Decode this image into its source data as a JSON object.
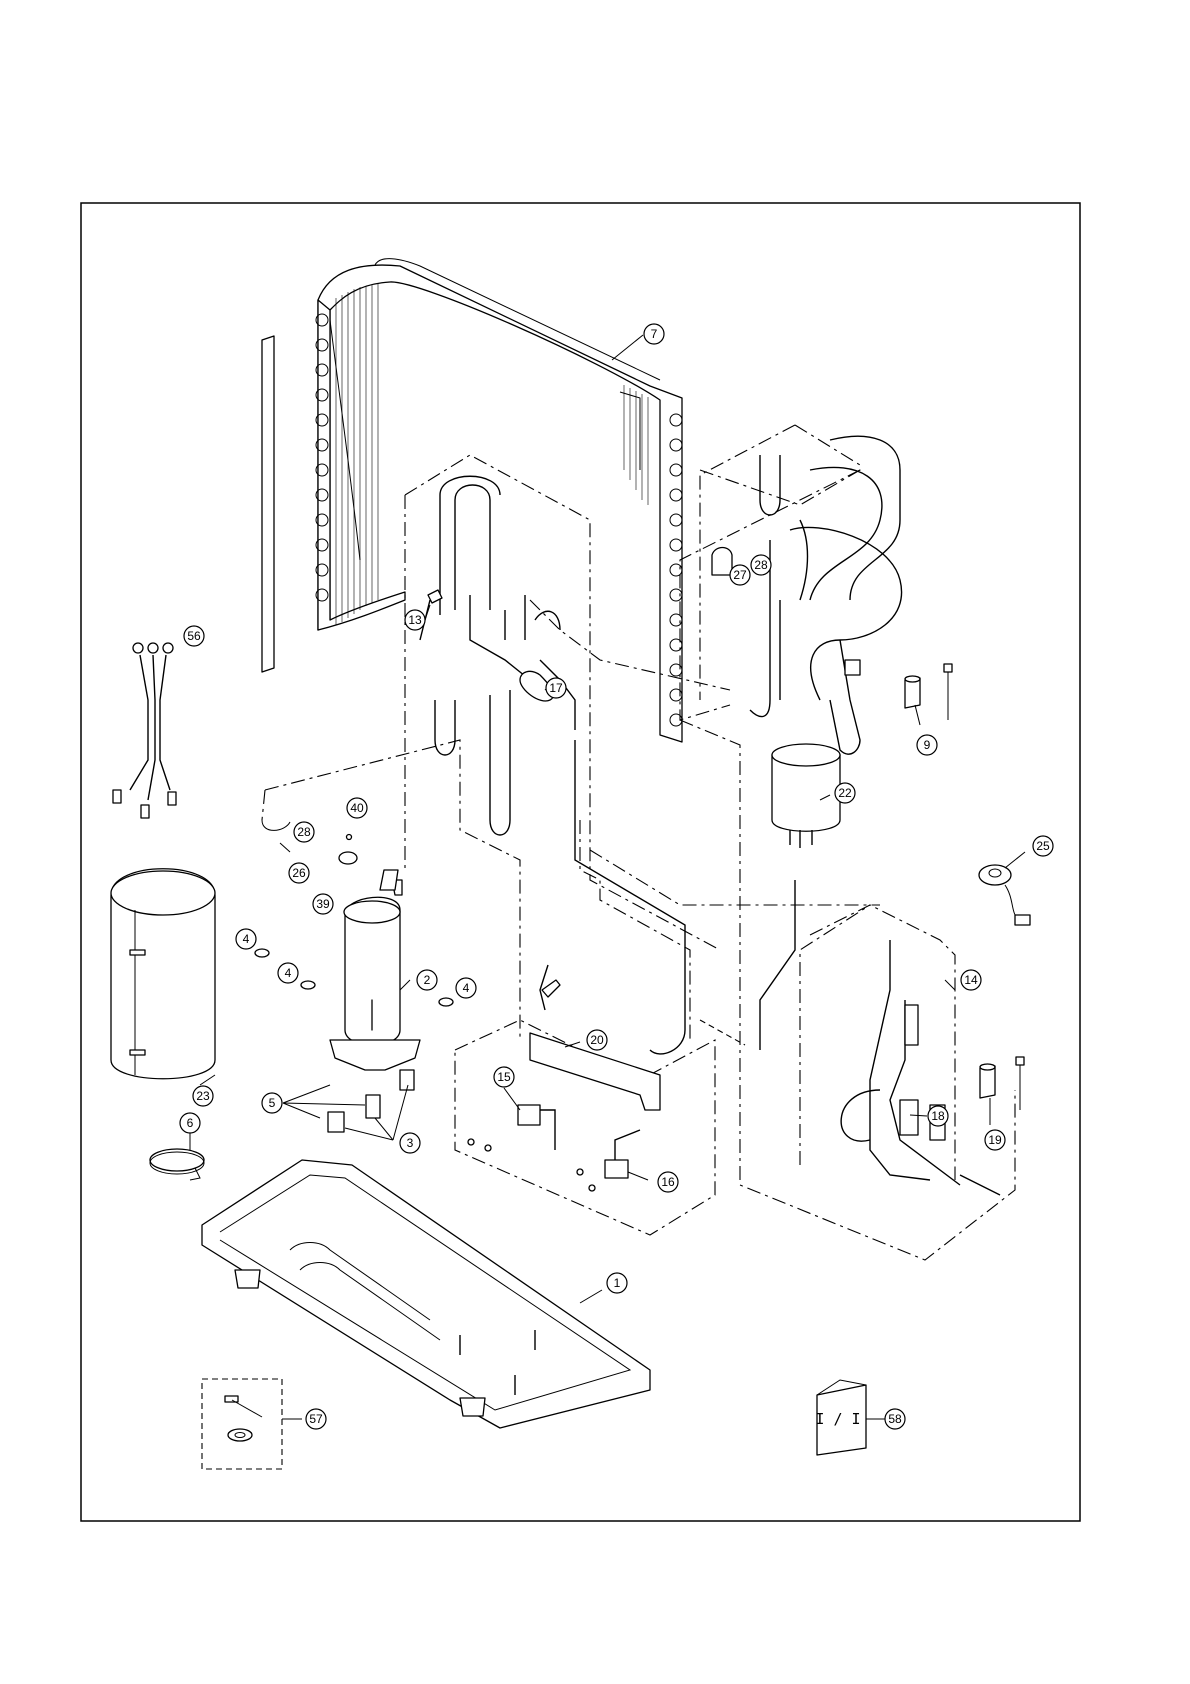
{
  "diagram": {
    "type": "exploded parts view",
    "book_label": "I / I",
    "callouts": [
      {
        "id": "c7",
        "label": "7"
      },
      {
        "id": "c56",
        "label": "56"
      },
      {
        "id": "c13",
        "label": "13"
      },
      {
        "id": "c17",
        "label": "17"
      },
      {
        "id": "c27",
        "label": "27"
      },
      {
        "id": "c28a",
        "label": "28"
      },
      {
        "id": "c9",
        "label": "9"
      },
      {
        "id": "c22",
        "label": "22"
      },
      {
        "id": "c40",
        "label": "40"
      },
      {
        "id": "c28b",
        "label": "28"
      },
      {
        "id": "c26",
        "label": "26"
      },
      {
        "id": "c39",
        "label": "39"
      },
      {
        "id": "c25",
        "label": "25"
      },
      {
        "id": "c4a",
        "label": "4"
      },
      {
        "id": "c4b",
        "label": "4"
      },
      {
        "id": "c4c",
        "label": "4"
      },
      {
        "id": "c2",
        "label": "2"
      },
      {
        "id": "c14",
        "label": "14"
      },
      {
        "id": "c20",
        "label": "20"
      },
      {
        "id": "c15",
        "label": "15"
      },
      {
        "id": "c23",
        "label": "23"
      },
      {
        "id": "c5",
        "label": "5"
      },
      {
        "id": "c18",
        "label": "18"
      },
      {
        "id": "c19",
        "label": "19"
      },
      {
        "id": "c3",
        "label": "3"
      },
      {
        "id": "c6",
        "label": "6"
      },
      {
        "id": "c16",
        "label": "16"
      },
      {
        "id": "c1",
        "label": "1"
      },
      {
        "id": "c57",
        "label": "57"
      },
      {
        "id": "c58",
        "label": "58"
      }
    ]
  }
}
